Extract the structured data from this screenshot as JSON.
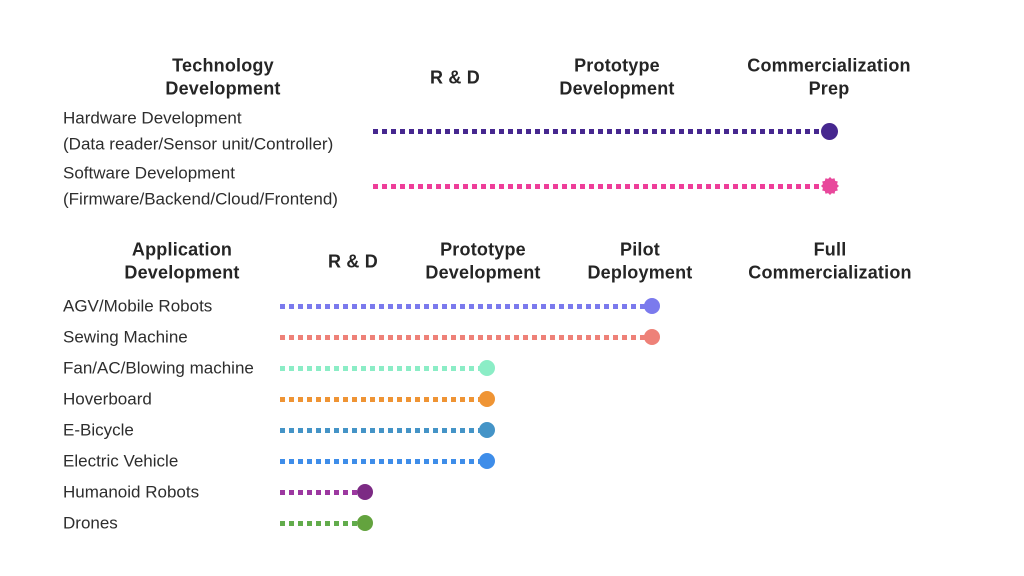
{
  "colors": {
    "background": "#ffffff",
    "heading_text": "#252525",
    "label_text": "#2d2d2d"
  },
  "tech_section": {
    "headers": [
      "Technology\nDevelopment",
      "R & D",
      "Prototype\nDevelopment",
      "Commercialization\nPrep"
    ],
    "rows": [
      {
        "label": "Hardware Development\n(Data reader/Sensor unit/Controller)",
        "line_color": "#46278F",
        "marker_color": "#46278F",
        "marker": "circle",
        "stage_reached": "Commercialization Prep"
      },
      {
        "label": "Software Development\n(Firmware/Backend/Cloud/Frontend)",
        "line_color": "#EE3E99",
        "marker_color": "#E8489B",
        "marker": "starburst",
        "stage_reached": "Commercialization Prep"
      }
    ]
  },
  "app_section": {
    "headers": [
      "Application\nDevelopment",
      "R & D",
      "Prototype\nDevelopment",
      "Pilot\nDeployment",
      "Full\nCommercialization"
    ],
    "rows": [
      {
        "label": "AGV/Mobile Robots",
        "line_color": "#7B7AED",
        "marker_color": "#7B7AED",
        "marker": "circle",
        "stage_reached": "Pilot Deployment"
      },
      {
        "label": "Sewing Machine",
        "line_color": "#EE8178",
        "marker_color": "#EE8178",
        "marker": "circle",
        "stage_reached": "Pilot Deployment"
      },
      {
        "label": "Fan/AC/Blowing machine",
        "line_color": "#8BEDC6",
        "marker_color": "#8BEDC6",
        "marker": "circle",
        "stage_reached": "Prototype Development"
      },
      {
        "label": "Hoverboard",
        "line_color": "#EF9434",
        "marker_color": "#EF9434",
        "marker": "circle",
        "stage_reached": "Prototype Development"
      },
      {
        "label": "E-Bicycle",
        "line_color": "#4494C7",
        "marker_color": "#4494C7",
        "marker": "circle",
        "stage_reached": "Prototype Development"
      },
      {
        "label": "Electric Vehicle",
        "line_color": "#3E8DE9",
        "marker_color": "#3E8DE9",
        "marker": "circle",
        "stage_reached": "Prototype Development"
      },
      {
        "label": "Humanoid Robots",
        "line_color": "#9C38A0",
        "marker_color": "#7C2A84",
        "marker": "circle",
        "stage_reached": "R & D"
      },
      {
        "label": "Drones",
        "line_color": "#62AC4C",
        "marker_color": "#63A33E",
        "marker": "circle",
        "stage_reached": "R & D"
      }
    ]
  },
  "chart_data": [
    {
      "type": "bar",
      "title": "Technology Development",
      "stages": [
        "R & D",
        "Prototype Development",
        "Commercialization Prep"
      ],
      "categories": [
        "Hardware Development (Data reader/Sensor unit/Controller)",
        "Software Development (Firmware/Backend/Cloud/Frontend)"
      ],
      "values": [
        "Commercialization Prep",
        "Commercialization Prep"
      ],
      "legend_position": "none",
      "grid": false
    },
    {
      "type": "bar",
      "title": "Application Development",
      "stages": [
        "R & D",
        "Prototype Development",
        "Pilot Deployment",
        "Full Commercialization"
      ],
      "categories": [
        "AGV/Mobile Robots",
        "Sewing Machine",
        "Fan/AC/Blowing machine",
        "Hoverboard",
        "E-Bicycle",
        "Electric Vehicle",
        "Humanoid Robots",
        "Drones"
      ],
      "values": [
        "Pilot Deployment",
        "Pilot Deployment",
        "Prototype Development",
        "Prototype Development",
        "Prototype Development",
        "Prototype Development",
        "R & D",
        "R & D"
      ],
      "legend_position": "none",
      "grid": false
    }
  ]
}
